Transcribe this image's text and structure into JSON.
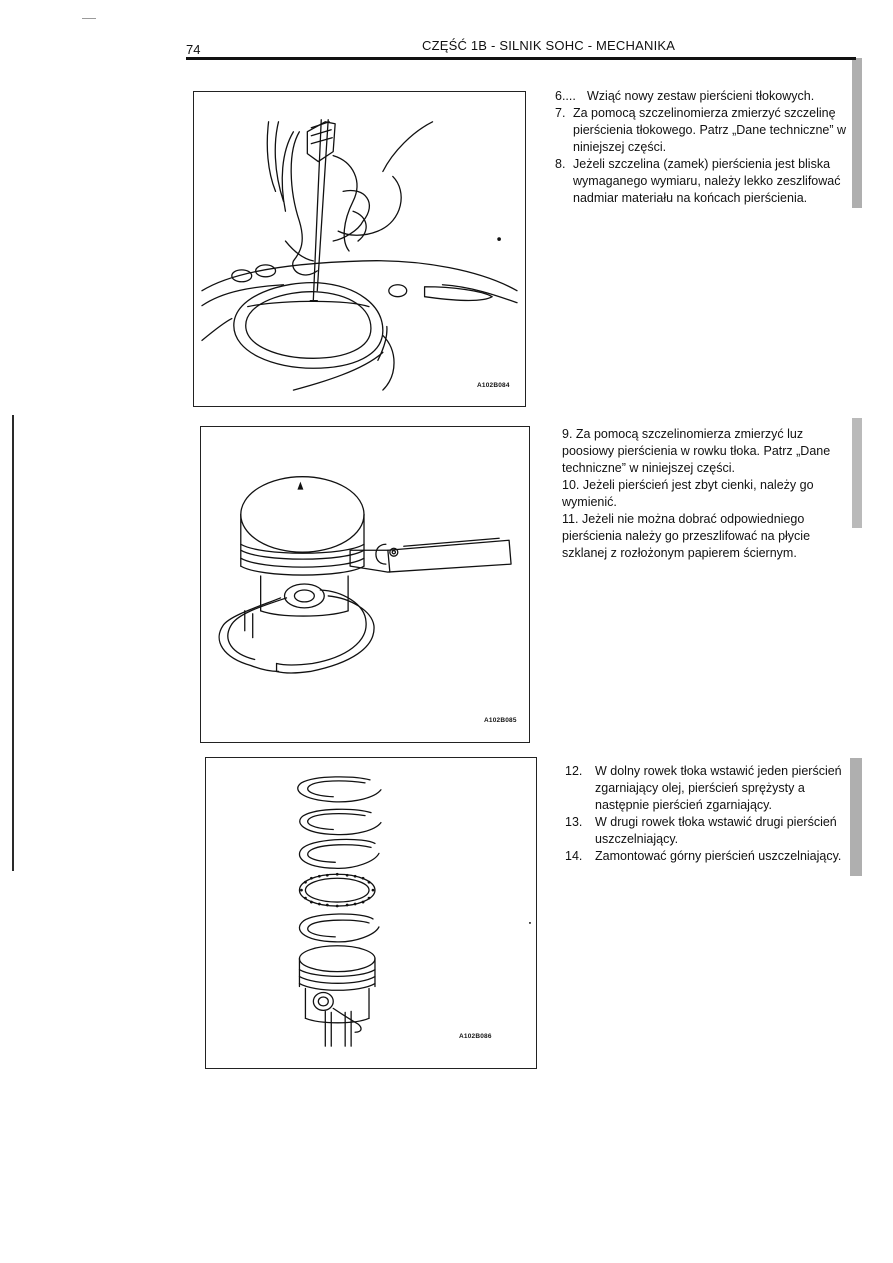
{
  "header": {
    "page_number": "74",
    "title": "CZĘŚĆ 1B - SILNIK SOHC - MECHANIKA"
  },
  "sections": [
    {
      "figure": {
        "code": "A102B084"
      },
      "steps": [
        {
          "number": "6....",
          "text": "Wziąć nowy zestaw pierścieni tłokowych."
        },
        {
          "number": "7.",
          "text": "Za pomocą szczelinomierza zmierzyć szczelinę pierścienia tłokowego. Patrz „Dane techniczne” w niniejszej części."
        },
        {
          "number": "8.",
          "text": "Jeżeli szczelina (zamek) pierścienia jest bliska wymaganego wymiaru, należy lekko zeszlifować nadmiar materiału na końcach pierścienia."
        }
      ]
    },
    {
      "figure": {
        "code": "A102B085"
      },
      "steps": [
        {
          "number": "9.",
          "text": "Za pomocą szczelinomierza zmierzyć luz poosiowy pierścienia w rowku tłoka. Patrz „Dane techniczne” w niniejszej części."
        },
        {
          "number": "10.",
          "text": "Jeżeli pierścień jest zbyt cienki, należy go wymienić."
        },
        {
          "number": "11.",
          "text": "Jeżeli nie można dobrać odpowiedniego pierścienia należy go przeszlifować na płycie szklanej z rozłożonym papierem ściernym."
        }
      ]
    },
    {
      "figure": {
        "code": "A102B086"
      },
      "steps": [
        {
          "number": "12.",
          "text": "W dolny rowek tłoka wstawić jeden pierścień zgarniający olej, pierścień sprężysty a następnie pierścień zgarniający."
        },
        {
          "number": "13.",
          "text": "W drugi rowek tłoka wstawić drugi pierścień uszczelniający."
        },
        {
          "number": "14.",
          "text": "Zamontować górny pierścień uszczelniający."
        }
      ]
    }
  ]
}
